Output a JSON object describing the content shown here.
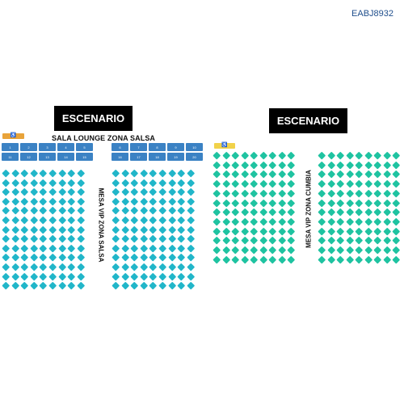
{
  "event_code": "EABJ8932",
  "stages": [
    {
      "label": "ESCENARIO"
    },
    {
      "label": "ESCENARIO"
    }
  ],
  "zones": {
    "lounge": {
      "title": "SALA LOUNGE ZONA SALSA",
      "color": "#3b82c4",
      "left_boxes": [
        "1",
        "2",
        "3",
        "4",
        "5",
        "11",
        "12",
        "13",
        "14",
        "15"
      ],
      "right_boxes": [
        "6",
        "7",
        "8",
        "9",
        "10",
        "16",
        "17",
        "18",
        "19",
        "20"
      ]
    },
    "salsa": {
      "label": "MESA VIP ZONA SALSA",
      "color": "#21b6c9",
      "cols": 9,
      "rows": 13
    },
    "cumbia": {
      "label": "MESA VIP ZONA CUMBIA",
      "color": "#1fc3a1",
      "cols": 9,
      "rows": 12
    }
  },
  "accessibility": {
    "left_color": "#e8a33a",
    "right_color": "#f1d24a",
    "icon": "wheelchair-icon",
    "glyph": "♿"
  }
}
